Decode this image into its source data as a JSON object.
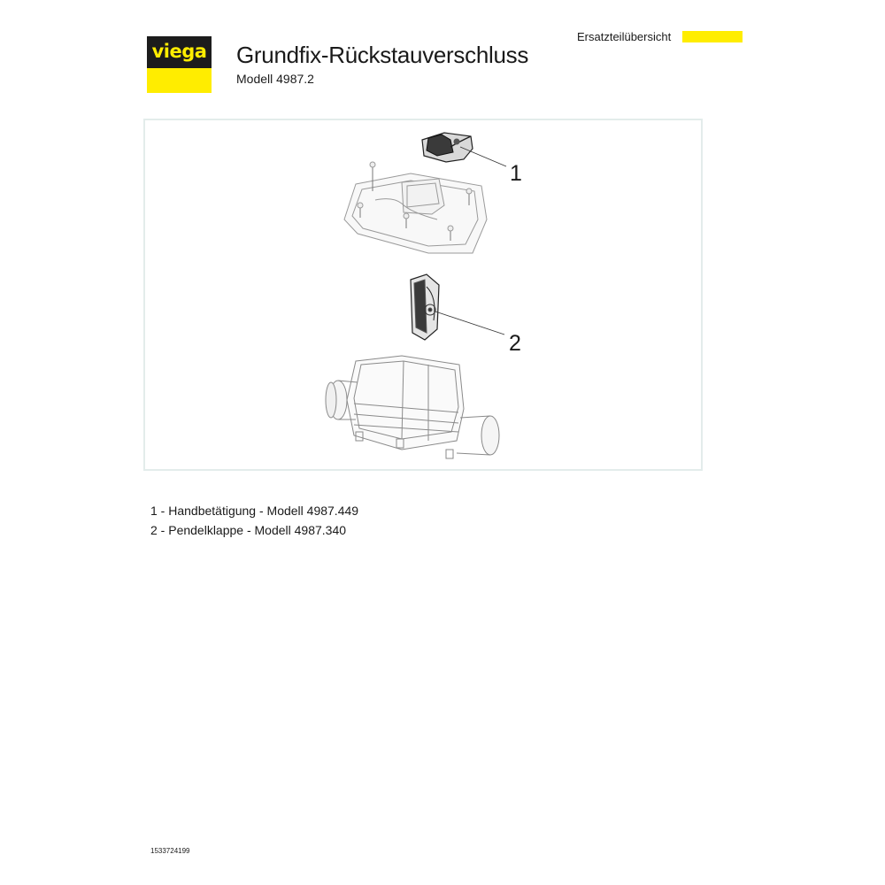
{
  "brand": {
    "logo_text": "viega"
  },
  "header": {
    "title": "Grundfix-Rückstauverschluss",
    "subtitle": "Modell 4987.2",
    "doc_type": "Ersatzteilübersicht"
  },
  "figure": {
    "callouts": [
      "1",
      "2"
    ]
  },
  "parts": [
    {
      "text": "1 - Handbetätigung - Modell 4987.449"
    },
    {
      "text": "2 - Pendelklappe - Modell 4987.340"
    }
  ],
  "footer": {
    "doc_number": "1533724199"
  },
  "colors": {
    "brand_yellow": "#ffed00",
    "brand_black": "#1c1c1c",
    "frame": "#e3eceb"
  }
}
